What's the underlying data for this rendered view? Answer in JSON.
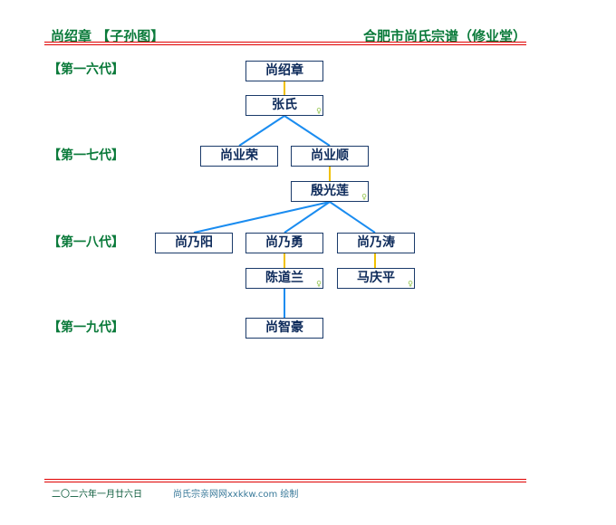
{
  "header": {
    "left": "尚绍章 【子孙图】",
    "right": "合肥市尚氏宗谱（修业堂）"
  },
  "generations": [
    "【第一六代】",
    "【第一七代】",
    "【第一八代】",
    "【第一九代】"
  ],
  "persons": {
    "p1": "尚绍章",
    "p2": "张氏",
    "p3": "尚业荣",
    "p4": "尚业顺",
    "p5": "殷光莲",
    "p6": "尚乃阳",
    "p7": "尚乃勇",
    "p8": "尚乃涛",
    "p9": "陈道兰",
    "p10": "马庆平",
    "p11": "尚智豪"
  },
  "spouse_mark": "♀",
  "footer": {
    "date": "二〇二六年一月廿六日",
    "credit": "尚氏宗亲网网xxkkw.com 绘制"
  },
  "colors": {
    "green": "#0a7a3a",
    "red": "#e00000",
    "blue_line": "#1a8cf0",
    "yellow_line": "#f0c000"
  }
}
